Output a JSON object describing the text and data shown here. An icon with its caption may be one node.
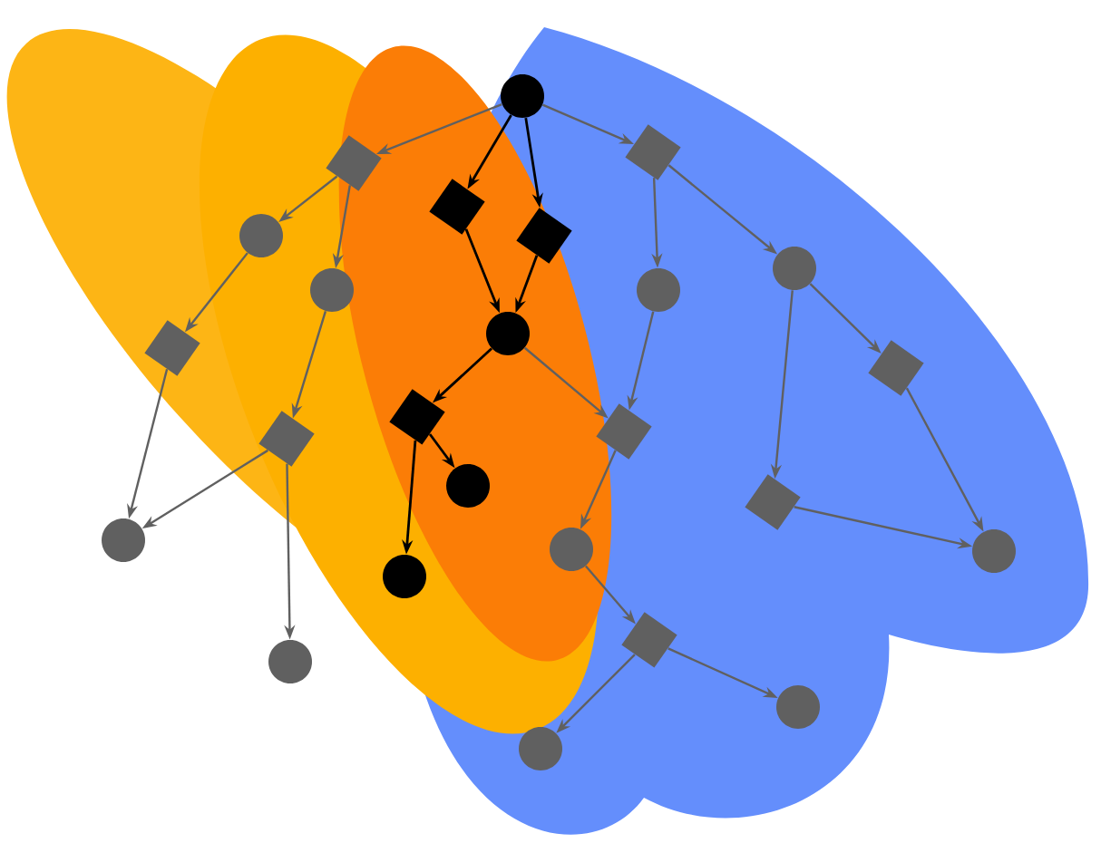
{
  "diagram": {
    "nodes": [
      {
        "text": [],
        "shape": "circle"
      },
      {
        "text": [],
        "shape": "diamond"
      },
      {
        "text": [],
        "shape": "diamond"
      },
      {
        "text": [],
        "shape": "diamond"
      },
      {
        "text": [],
        "shape": "diamond"
      },
      {
        "text": [],
        "shape": "circle"
      },
      {
        "text": [],
        "shape": "circle"
      },
      {
        "text": [],
        "shape": "circle"
      },
      {
        "text": [],
        "shape": "circle"
      },
      {
        "text": [],
        "shape": "circle"
      },
      {
        "text": [],
        "shape": "diamond"
      },
      {
        "text": [],
        "shape": "diamond"
      },
      {
        "text": [],
        "shape": "diamond"
      },
      {
        "text": [],
        "shape": "diamond"
      },
      {
        "text": [],
        "shape": "diamond"
      },
      {
        "text": [],
        "shape": "circle"
      },
      {
        "text": [],
        "shape": "diamond"
      },
      {
        "text": [],
        "shape": "circle"
      },
      {
        "text": [],
        "shape": "circle"
      },
      {
        "text": [],
        "shape": "circle"
      },
      {
        "text": [],
        "shape": "circle"
      },
      {
        "text": [],
        "shape": "diamond"
      },
      {
        "text": [],
        "shape": "circle"
      },
      {
        "text": [],
        "shape": "circle"
      },
      {
        "text": [],
        "shape": "circle"
      }
    ],
    "edges": [
      {
        "from": 0,
        "to": 1,
        "arrow": "to"
      },
      {
        "from": 0,
        "to": 2,
        "arrow": "to"
      },
      {
        "from": 0,
        "to": 3,
        "arrow": "to",
        "color": "#000000"
      },
      {
        "from": 0,
        "to": 4,
        "arrow": "to",
        "color": "#000000"
      },
      {
        "from": 1,
        "to": 5,
        "arrow": "to"
      },
      {
        "from": 1,
        "to": 6,
        "arrow": "to"
      },
      {
        "from": 2,
        "to": 7,
        "arrow": "to"
      },
      {
        "from": 2,
        "to": 8,
        "arrow": "to"
      },
      {
        "from": 3,
        "to": 9,
        "arrow": "to",
        "color": "#000000"
      },
      {
        "from": 4,
        "to": 9,
        "arrow": "to",
        "color": "#000000"
      },
      {
        "from": 5,
        "to": 10,
        "arrow": "to"
      },
      {
        "from": 6,
        "to": 13,
        "arrow": "to"
      },
      {
        "from": 7,
        "to": 14,
        "arrow": "to"
      },
      {
        "from": 8,
        "to": 16,
        "arrow": "to"
      },
      {
        "from": 8,
        "to": 11,
        "arrow": "to"
      },
      {
        "from": 9,
        "to": 12,
        "arrow": "to",
        "color": "#000000"
      },
      {
        "from": 9,
        "to": 14,
        "arrow": "to"
      },
      {
        "from": 10,
        "to": 17,
        "arrow": "to"
      },
      {
        "from": 13,
        "to": 17,
        "arrow": "to"
      },
      {
        "from": 13,
        "to": 22,
        "arrow": "to"
      },
      {
        "from": 12,
        "to": 15,
        "arrow": "to",
        "color": "#000000"
      },
      {
        "from": 12,
        "to": 20,
        "arrow": "to",
        "color": "#000000"
      },
      {
        "from": 14,
        "to": 18,
        "arrow": "to"
      },
      {
        "from": 16,
        "to": 19,
        "arrow": "to"
      },
      {
        "from": 11,
        "to": 19,
        "arrow": "to"
      },
      {
        "from": 18,
        "to": 21,
        "arrow": "to"
      },
      {
        "from": 21,
        "to": 24,
        "arrow": "to"
      },
      {
        "from": 21,
        "to": 23,
        "arrow": "to"
      }
    ]
  }
}
